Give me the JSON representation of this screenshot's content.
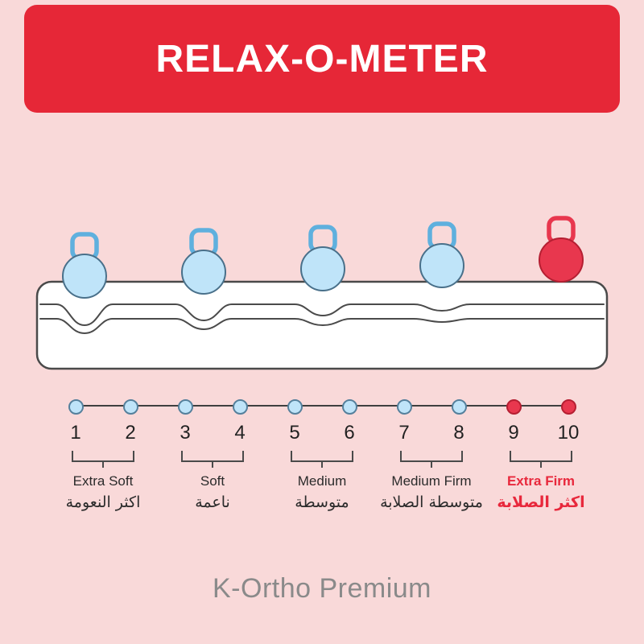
{
  "colors": {
    "background": "#f9d9d9",
    "banner": "#e62737",
    "banner_text": "#ffffff",
    "soft_dot": "#bfe4f9",
    "firm_dot": "#e8374e",
    "highlight": "#e8283c",
    "brand_text": "#8a8a8a"
  },
  "banner": {
    "title": "RELAX-O-METER"
  },
  "mattress": {
    "kettlebells": [
      "soft",
      "soft",
      "soft",
      "soft",
      "firm"
    ]
  },
  "scale": {
    "numbers": [
      "1",
      "2",
      "3",
      "4",
      "5",
      "6",
      "7",
      "8",
      "9",
      "10"
    ],
    "dot_types": [
      "soft",
      "soft",
      "soft",
      "soft",
      "soft",
      "soft",
      "soft",
      "soft",
      "firm",
      "firm"
    ],
    "groups": [
      {
        "label": "Extra Soft",
        "label_ar": "اكثر النعومة",
        "highlight": false
      },
      {
        "label": "Soft",
        "label_ar": "ناعمة",
        "highlight": false
      },
      {
        "label": "Medium",
        "label_ar": "متوسطة",
        "highlight": false
      },
      {
        "label": "Medium Firm",
        "label_ar": "متوسطة الصلابة",
        "highlight": false
      },
      {
        "label": "Extra Firm",
        "label_ar": "اكثر الصلابة",
        "highlight": true
      }
    ]
  },
  "brand": {
    "name": "K-Ortho Premium"
  }
}
